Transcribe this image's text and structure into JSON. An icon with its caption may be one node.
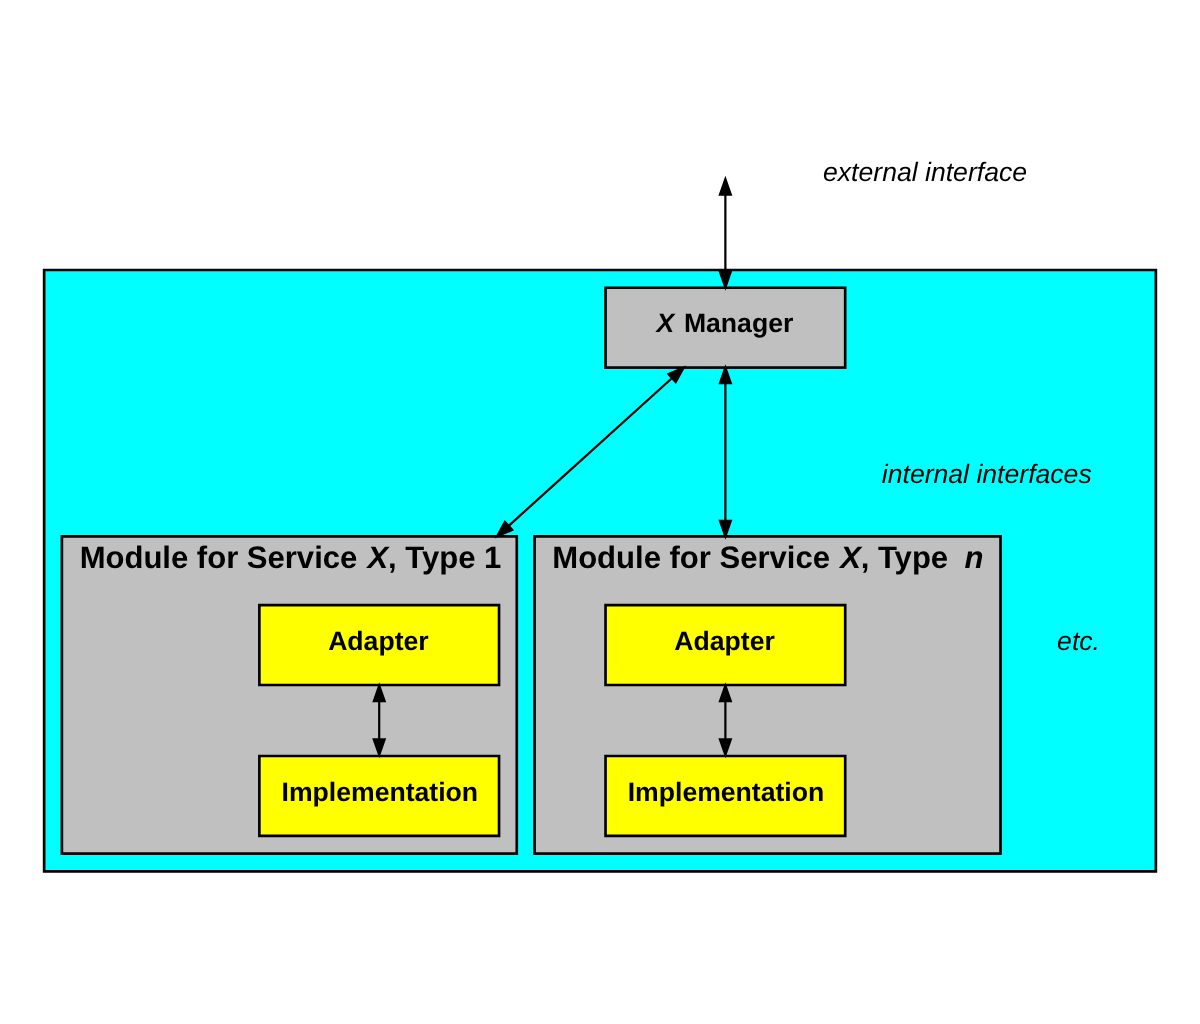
{
  "diagram": {
    "nodes": [
      {
        "text": [],
        "shape": "box"
      },
      {
        "text": [
          "*X* Manager"
        ],
        "in": 0
      },
      {
        "text": [
          "Module for Service *X*, Type 1"
        ],
        "in": 0
      },
      {
        "text": [
          "Adapter"
        ],
        "in": 2
      },
      {
        "text": [
          "Implementation"
        ],
        "in": 2
      },
      {
        "text": [
          "Module for Service *X*, Type *n*"
        ],
        "in": 0
      },
      {
        "text": [
          "Adapter"
        ],
        "in": 5
      },
      {
        "text": [
          "Implementation"
        ],
        "in": 5
      }
    ],
    "edges": [
      {
        "from": null,
        "to": 1,
        "arrow": "both"
      },
      {
        "from": 1,
        "to": 2,
        "arrow": "both"
      },
      {
        "from": 1,
        "to": 5,
        "arrow": "both"
      },
      {
        "from": 3,
        "to": 4,
        "arrow": "both"
      },
      {
        "from": 6,
        "to": 7,
        "arrow": "both"
      }
    ],
    "labels": [
      "external interface",
      "internal interfaces",
      "etc."
    ]
  }
}
